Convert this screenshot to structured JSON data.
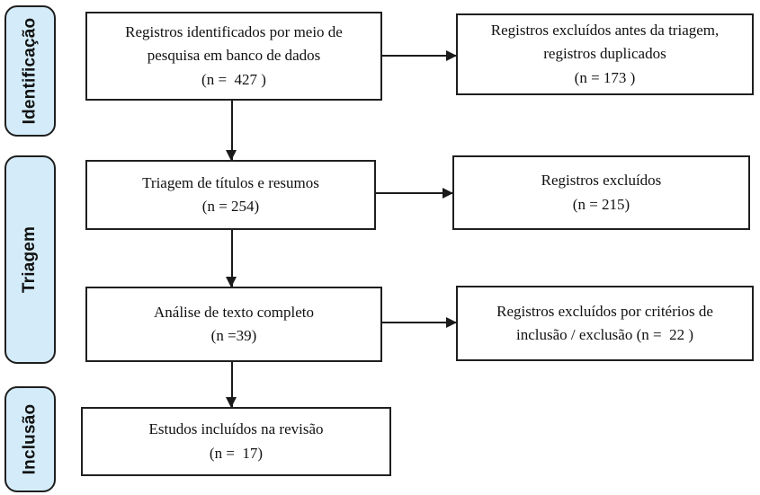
{
  "diagram": {
    "type": "prisma-flowchart",
    "stages": [
      {
        "label": "Identificação"
      },
      {
        "label": "Triagem"
      },
      {
        "label": "Inclusão"
      }
    ],
    "main_boxes": [
      {
        "lines": [
          "Registros identificados por meio de",
          "pesquisa em banco de dados"
        ],
        "n": "(n =  427 )"
      },
      {
        "lines": [
          "Triagem de títulos e resumos"
        ],
        "n": "(n = 254)"
      },
      {
        "lines": [
          "Análise de texto completo"
        ],
        "n": "(n =39)"
      },
      {
        "lines": [
          "Estudos incluídos na revisão"
        ],
        "n": "(n =  17)"
      }
    ],
    "side_boxes": [
      {
        "lines": [
          "Registros excluídos antes da triagem,",
          "registros duplicados"
        ],
        "n": "(n = 173 )"
      },
      {
        "lines": [
          "Registros excluídos"
        ],
        "n": "(n = 215)"
      },
      {
        "lines": [
          "Registros excluídos por critérios de",
          "inclusão / exclusão (n =  22 )"
        ],
        "n": ""
      }
    ],
    "colors": {
      "stage_fill": "#d4ecfa",
      "stage_border": "#1f1f1f",
      "box_border": "#1f1f1f",
      "arrow": "#1a1a1a",
      "background": "#ffffff"
    }
  }
}
